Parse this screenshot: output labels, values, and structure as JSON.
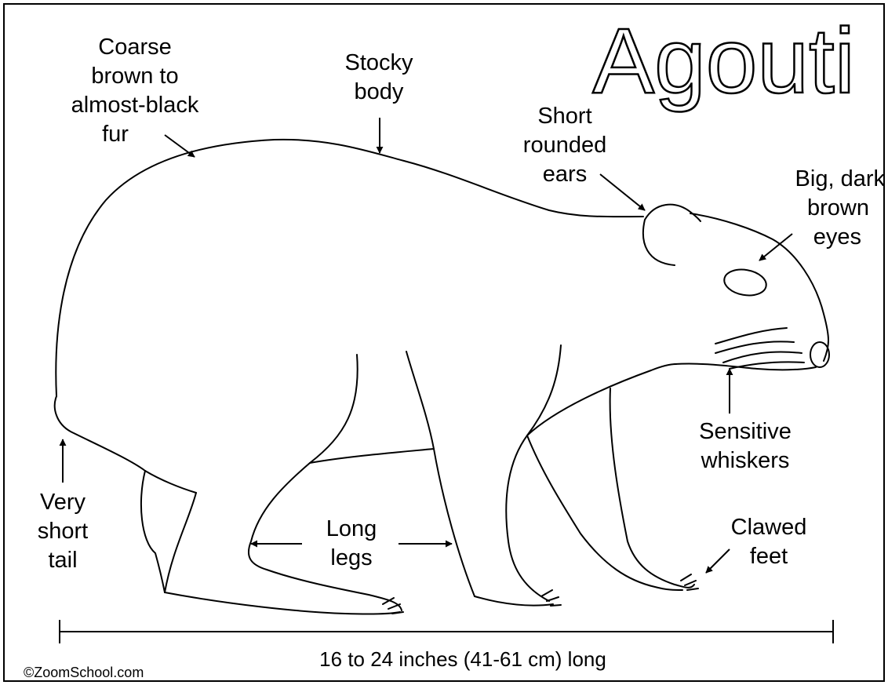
{
  "title": "Agouti",
  "labels": {
    "fur": [
      "Coarse",
      "brown to",
      "almost-black",
      "fur"
    ],
    "body": [
      "Stocky",
      "body"
    ],
    "ears": [
      "Short",
      "rounded",
      "ears"
    ],
    "eyes": [
      "Big, dark",
      "brown",
      "eyes"
    ],
    "whiskers": [
      "Sensitive",
      "whiskers"
    ],
    "feet": [
      "Clawed",
      "feet"
    ],
    "legs": [
      "Long",
      "legs"
    ],
    "tail": [
      "Very",
      "short",
      "tail"
    ]
  },
  "length_text": "16 to 24 inches (41-61 cm) long",
  "credit": "©ZoomSchool.com",
  "colors": {
    "ink": "#000000",
    "paper": "#ffffff"
  }
}
